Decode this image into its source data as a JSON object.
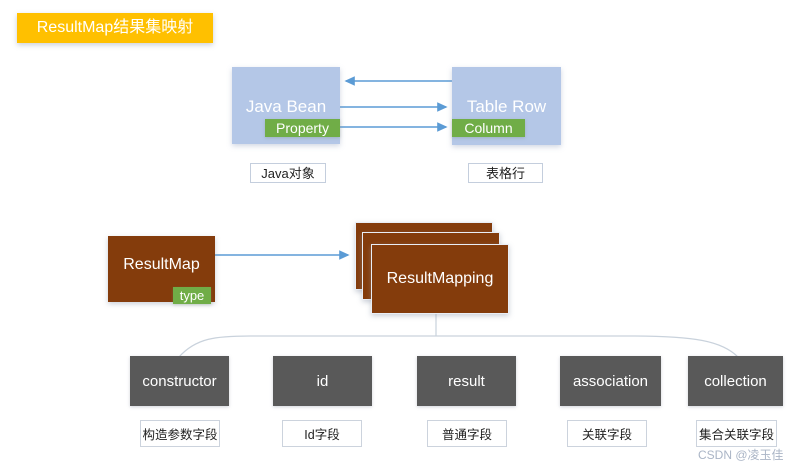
{
  "title": "ResultMap结果集映射",
  "top_diagram": {
    "java_bean": {
      "label": "Java Bean",
      "tag": "Property",
      "caption": "Java对象"
    },
    "table_row": {
      "label": "Table Row",
      "tag": "Column",
      "caption": "表格行"
    }
  },
  "mid_diagram": {
    "result_map": {
      "label": "ResultMap",
      "tag": "type"
    },
    "result_mapping": {
      "label": "ResultMapping",
      "stack_count": 3
    }
  },
  "mapping_types": [
    {
      "label": "constructor",
      "caption": "构造参数字段"
    },
    {
      "label": "id",
      "caption": "Id字段"
    },
    {
      "label": "result",
      "caption": "普通字段"
    },
    {
      "label": "association",
      "caption": "关联字段"
    },
    {
      "label": "collection",
      "caption": "集合关联字段"
    }
  ],
  "watermark": "CSDN @凌玉佳",
  "colors": {
    "title_bg": "#FFC000",
    "entity_blue": "#B4C7E7",
    "tag_green": "#70AD47",
    "node_brown": "#843C0C",
    "node_gray": "#595959",
    "arrow_blue": "#5B9BD5",
    "connector_gray": "#C9D2DC",
    "box_text": "#FFFFFF"
  }
}
